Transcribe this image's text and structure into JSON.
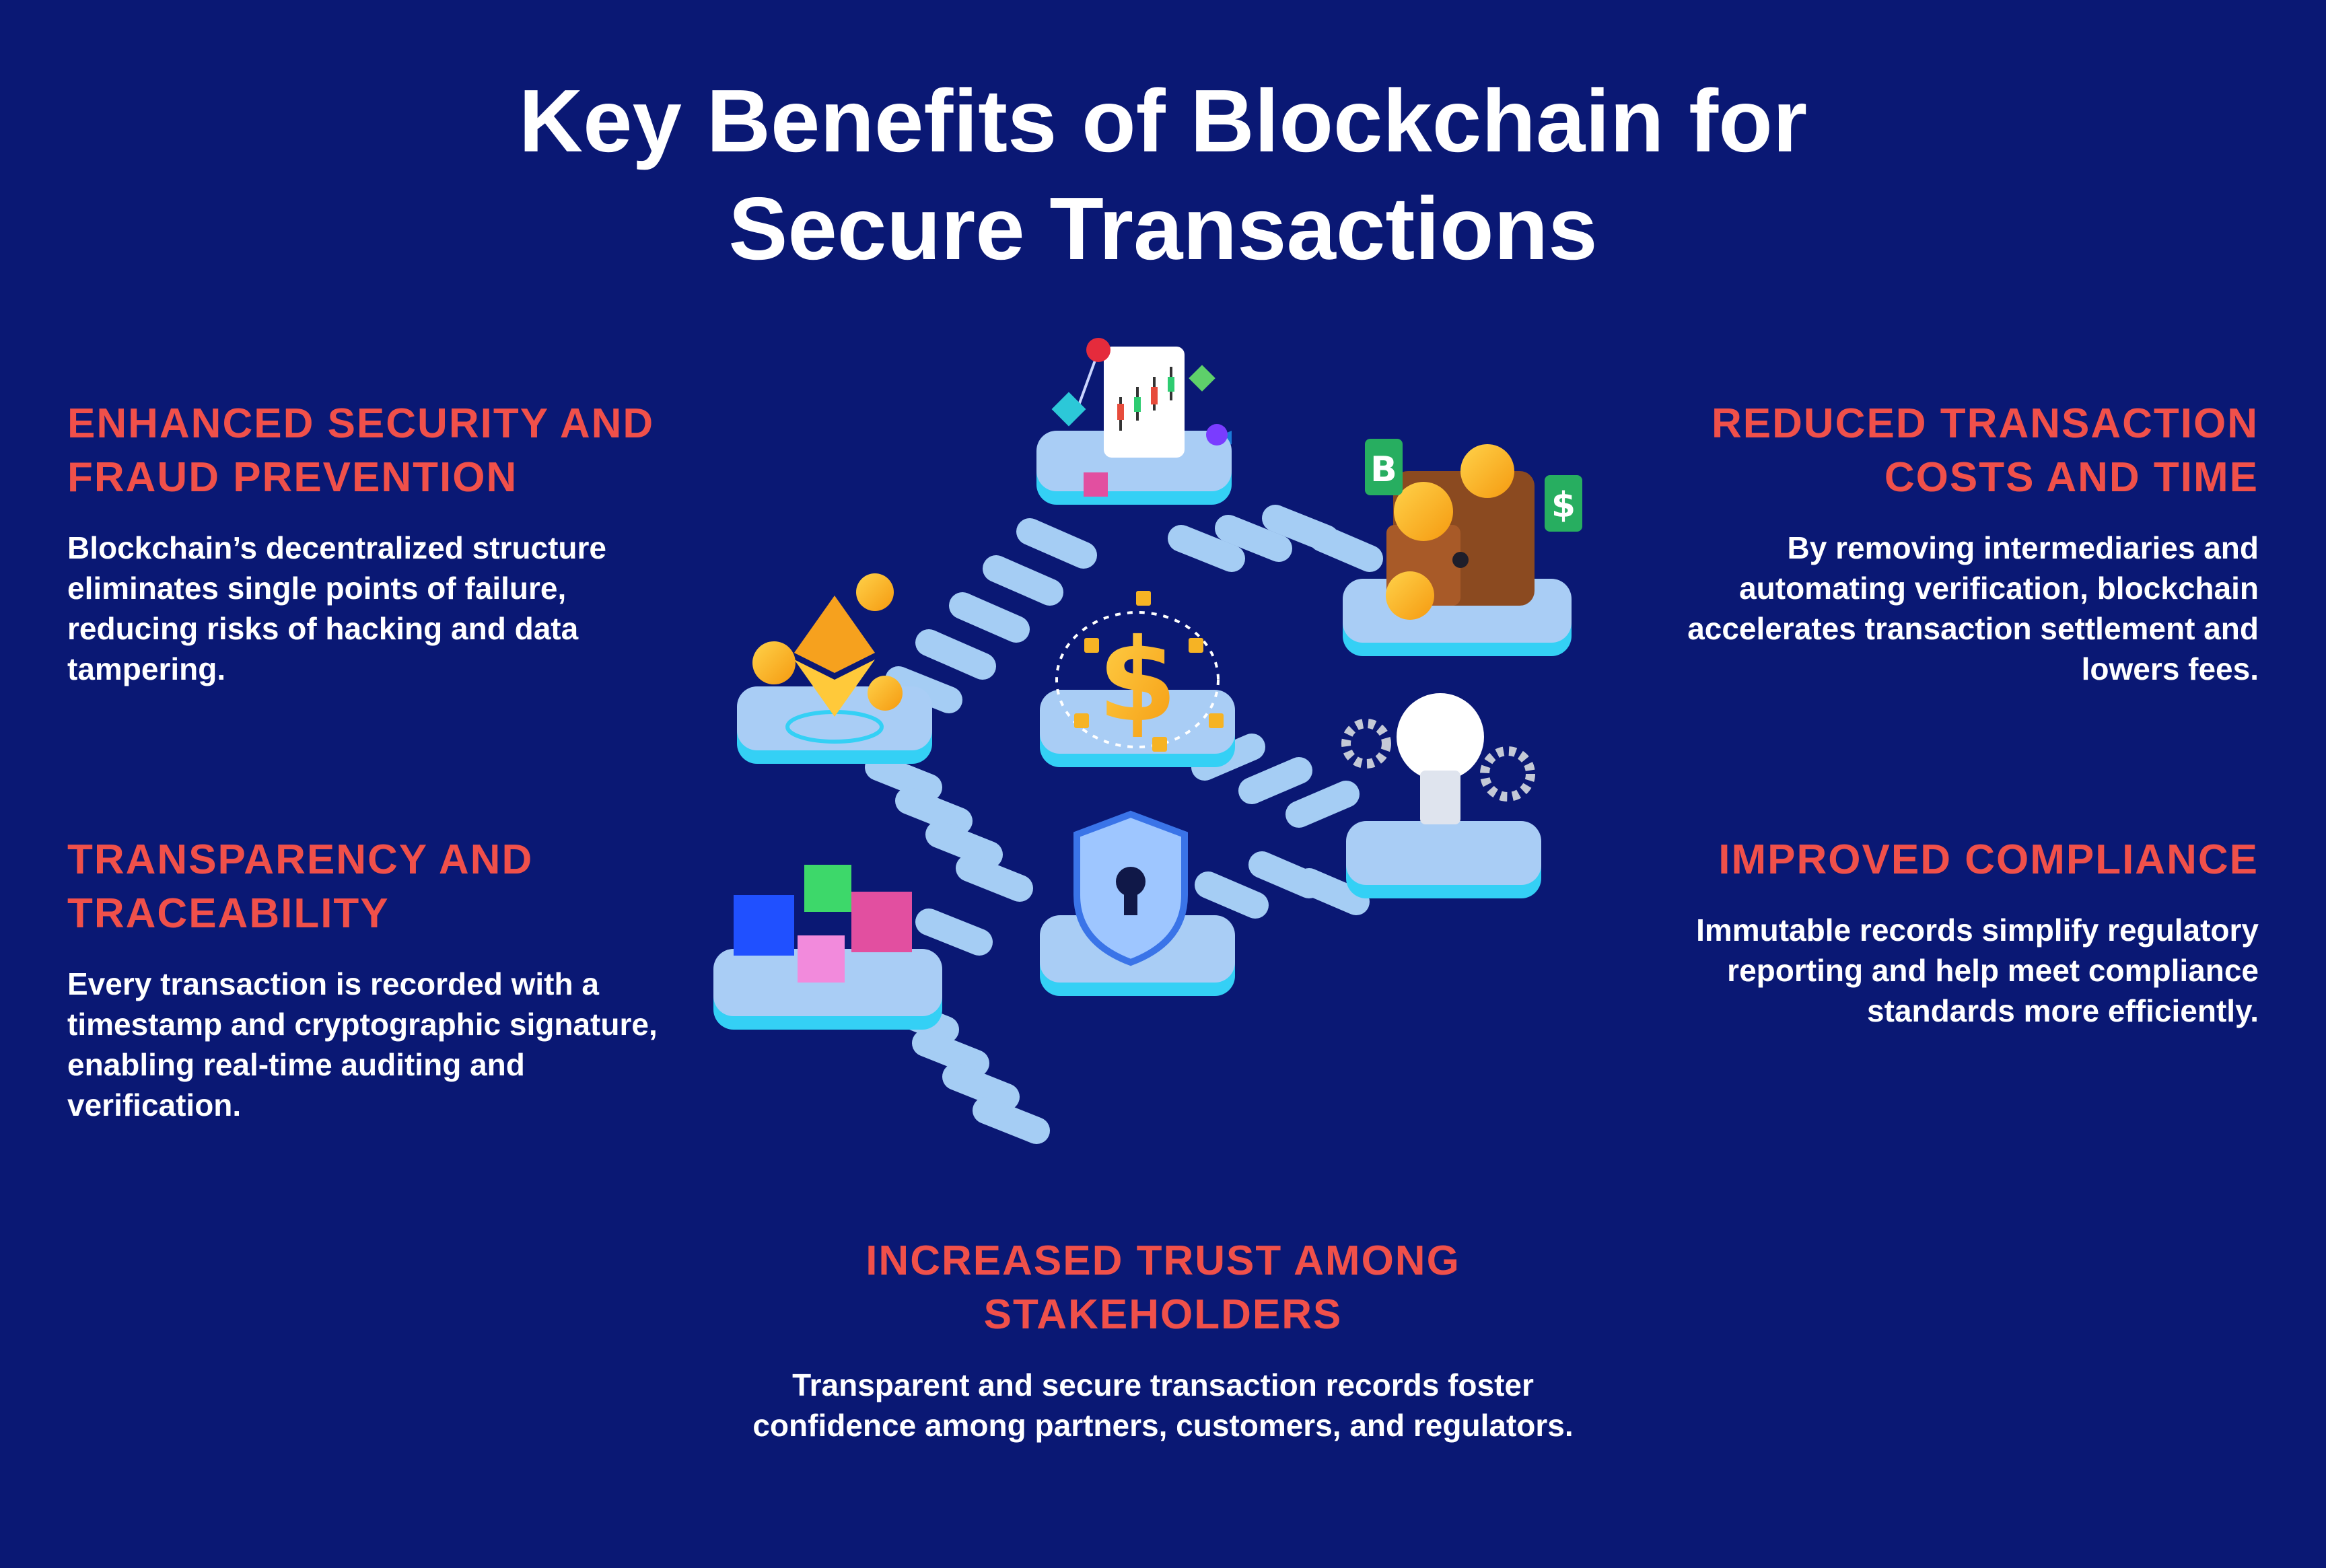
{
  "title": {
    "line1": "Key Benefits of Blockchain for",
    "line2": "Secure Transactions"
  },
  "benefits": {
    "security": {
      "heading_line1": "ENHANCED SECURITY AND",
      "heading_line2": "FRAUD PREVENTION",
      "text": "Blockchain’s decentralized structure eliminates single points of failure, reducing risks of hacking and data tampering."
    },
    "transparency": {
      "heading_line1": "TRANSPARENCY AND",
      "heading_line2": "TRACEABILITY",
      "text": "Every transaction is recorded with a timestamp and cryptographic signature, enabling real-time auditing and verification."
    },
    "costs": {
      "heading_line1": "REDUCED TRANSACTION",
      "heading_line2": "COSTS AND TIME",
      "text": "By removing intermediaries and automating verification, blockchain accelerates transaction settlement and lowers fees."
    },
    "compliance": {
      "heading_line1": "IMPROVED COMPLIANCE",
      "text": "Immutable records simplify regulatory reporting and help meet compliance standards more efficiently."
    },
    "trust": {
      "heading_line1": "INCREASED TRUST AMONG",
      "heading_line2": "STAKEHOLDERS",
      "text": "Transparent and secure transaction records foster confidence among partners, customers, and regulators."
    }
  },
  "illustration": {
    "icons": [
      "chart-network-icon",
      "wallet-icon",
      "crypto-coin-icon",
      "dollar-lock-icon",
      "lightbulb-icon",
      "blocks-icon",
      "shield-keyhole-icon"
    ],
    "colors": {
      "background": "#0a1874",
      "heading": "#f0504a",
      "platform": "#a9cdf5",
      "platform_glow": "#34d0f5"
    },
    "badges": {
      "bitcoin": "B",
      "dollar": "$"
    }
  }
}
